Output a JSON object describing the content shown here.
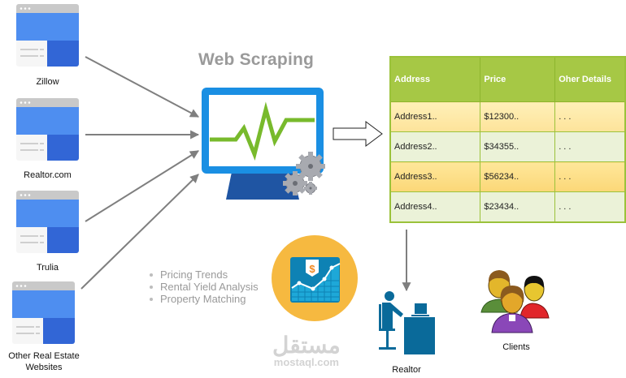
{
  "title": "Web Scraping",
  "sources": [
    {
      "label": "Zillow",
      "icon": "website-icon"
    },
    {
      "label": "Realtor.com",
      "icon": "website-icon"
    },
    {
      "label": "Trulia",
      "icon": "website-icon"
    },
    {
      "label": "Other Real Estate Websites",
      "icon": "website-icon"
    }
  ],
  "processor": {
    "icon": "monitor-with-gears-icon"
  },
  "table": {
    "headers": [
      "Address",
      "Price",
      "Oher Details"
    ],
    "rows": [
      [
        "Address1..",
        "$12300..",
        ". . ."
      ],
      [
        "Address2..",
        "$34355..",
        ". . ."
      ],
      [
        "Address3..",
        "$56234..",
        ". . ."
      ],
      [
        "Address4..",
        "$23434..",
        ". . ."
      ]
    ]
  },
  "analytics": {
    "bullets": [
      "Pricing Trends",
      "Rental Yield Analysis",
      "Property Matching"
    ],
    "icon": "price-chart-icon"
  },
  "realtor": {
    "label": "Realtor",
    "icon": "realtor-at-desk-icon"
  },
  "clients": {
    "label": "Clients",
    "icon": "clients-group-icon"
  },
  "watermark": {
    "arabic": "مستقل",
    "domain": "mostaql.com"
  },
  "colors": {
    "browser_blue": "#4e8ef0",
    "browser_dark_blue": "#3266d6",
    "monitor_blue": "#1a8fe3",
    "pulse_green": "#78ba2c",
    "table_header_green": "#a6c845",
    "row_yellow": "#fde9a6",
    "row_green": "#ebf2d8",
    "circle_orange": "#f6b940",
    "realtor_blue": "#0a6a9a",
    "arrow_gray": "#7f7f7f"
  }
}
